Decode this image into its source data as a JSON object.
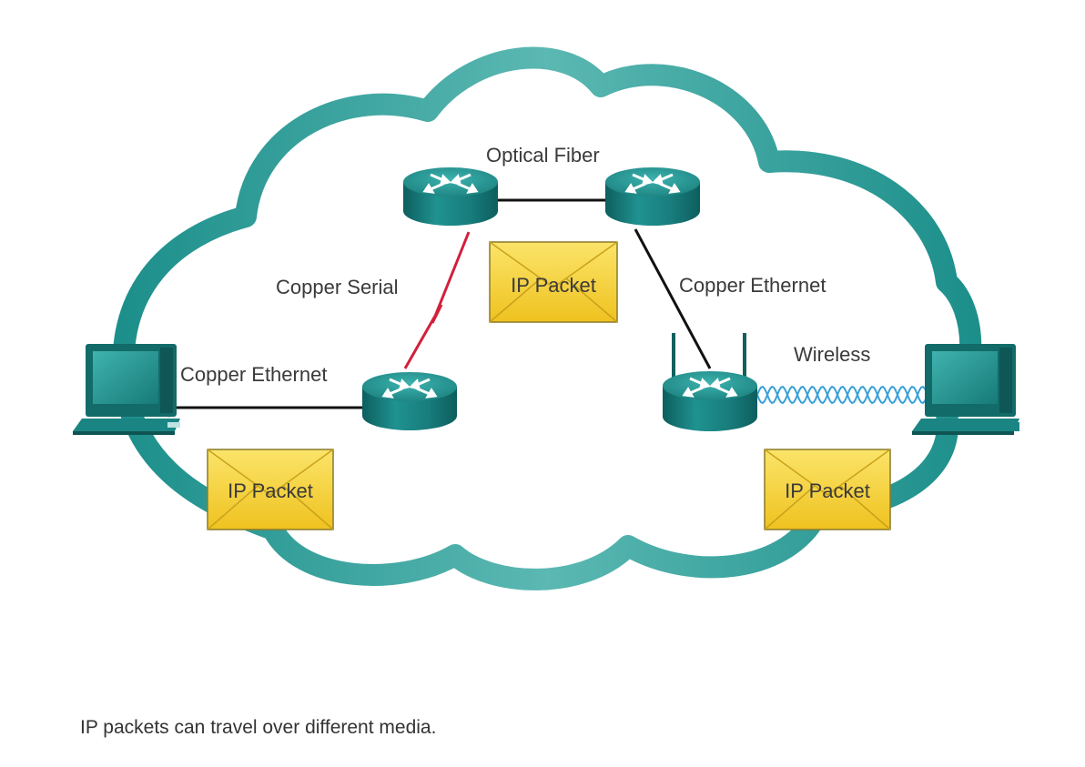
{
  "labels": {
    "optical_fiber": "Optical Fiber",
    "copper_serial": "Copper Serial",
    "copper_ethernet_right": "Copper Ethernet",
    "copper_ethernet_left": "Copper Ethernet",
    "wireless": "Wireless"
  },
  "packets": {
    "center": "IP Packet",
    "left": "IP Packet",
    "right": "IP Packet"
  },
  "caption": "IP packets can travel over different media.",
  "colors": {
    "cloud_outline": "#2a9d98",
    "device_teal": "#1e8a88",
    "device_dark": "#0f5f5f",
    "serial_link": "#d21f3c",
    "wire": "#111111",
    "envelope_fill": "#f5cf2d",
    "wireless_wave": "#3aa0d8"
  },
  "icons": [
    "router-icon",
    "wireless-router-icon",
    "pc-icon",
    "envelope-icon",
    "cloud-icon"
  ]
}
